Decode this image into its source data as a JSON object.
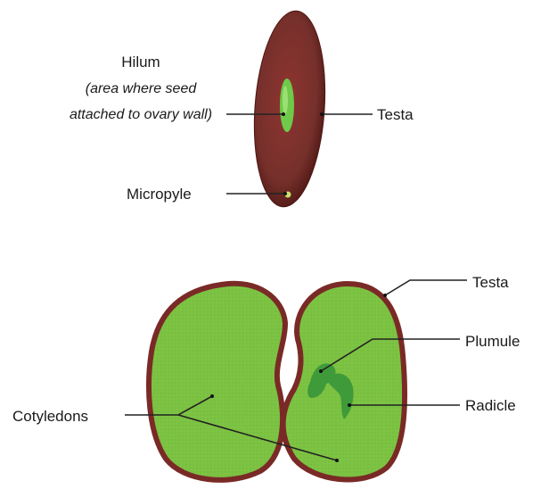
{
  "labels": {
    "hilum": "Hilum",
    "hilum_note_line1": "(area where seed",
    "hilum_note_line2": "attached to ovary wall)",
    "testa_top": "Testa",
    "micropyle": "Micropyle",
    "testa_bottom": "Testa",
    "plumule": "Plumule",
    "radicle": "Radicle",
    "cotyledons": "Cotyledons"
  },
  "colors": {
    "seed_coat": "#7a2a26",
    "seed_coat_dark": "#4e1714",
    "hilum": "#6fc94a",
    "cotyledon_fill": "#7cc242",
    "cotyledon_border": "#7a2a26",
    "embryo": "#3f9a3a"
  }
}
